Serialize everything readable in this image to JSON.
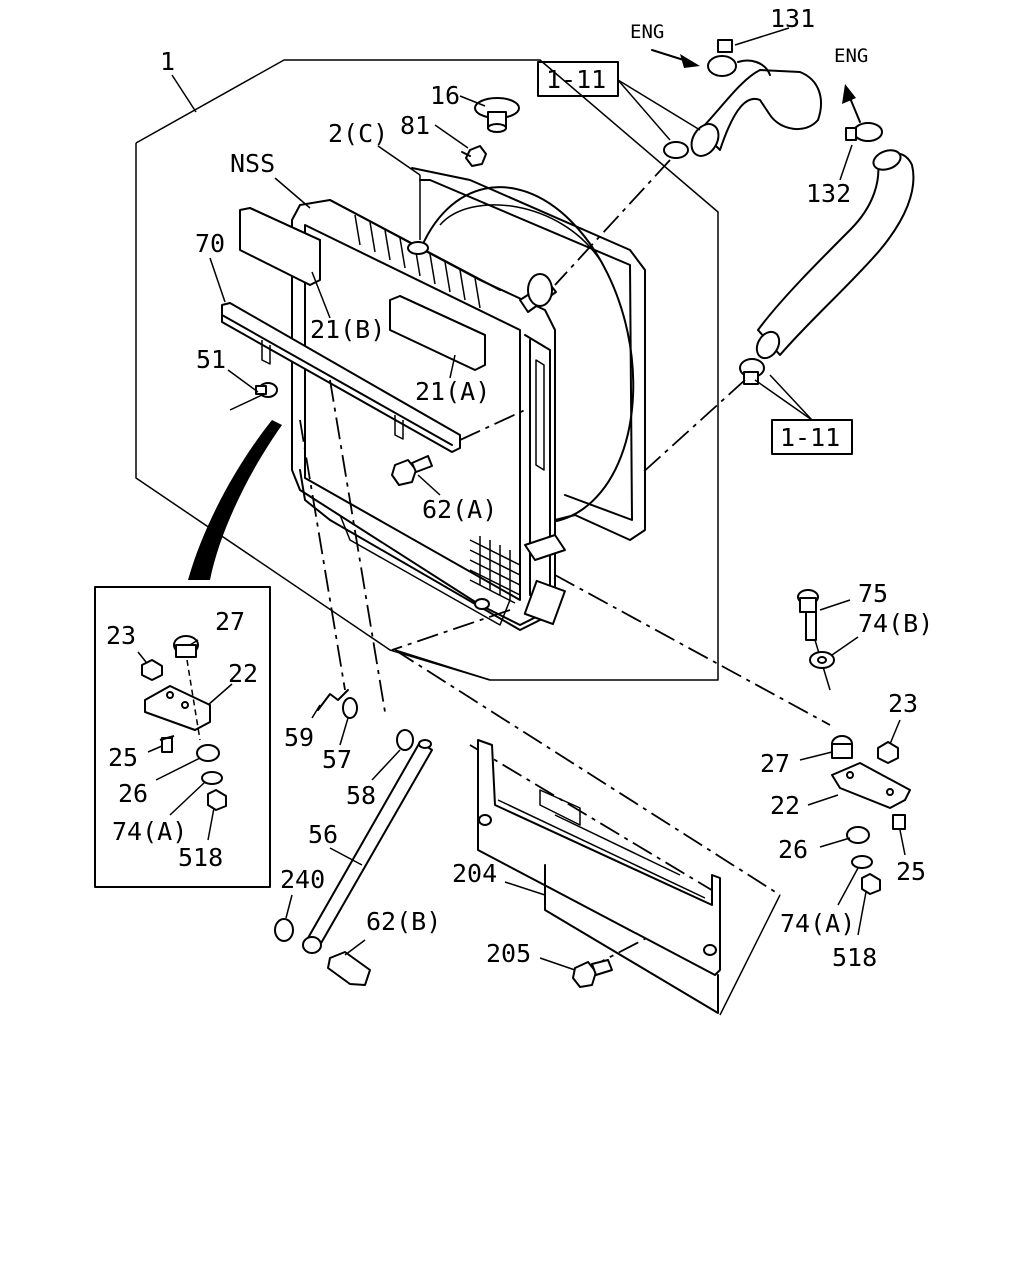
{
  "diagram": {
    "callouts": {
      "p1": "1",
      "p2c": "2(C)",
      "p16": "16",
      "p81": "81",
      "nss": "NSS",
      "p70": "70",
      "p21b": "21(B)",
      "p21a": "21(A)",
      "p51": "51",
      "p62a": "62(A)",
      "ref111_top": "1-11",
      "ref111_right": "1-11",
      "eng_top": "ENG",
      "eng_right": "ENG",
      "p131": "131",
      "p132": "132",
      "p23_left": "23",
      "p27_left": "27",
      "p22_left": "22",
      "p25_left": "25",
      "p26_left": "26",
      "p74a_left": "74(A)",
      "p518_left": "518",
      "p75": "75",
      "p74b": "74(B)",
      "p23_right": "23",
      "p27_right": "27",
      "p22_right": "22",
      "p26_right": "26",
      "p25_right": "25",
      "p74a_right": "74(A)",
      "p518_right": "518",
      "p59": "59",
      "p57": "57",
      "p58": "58",
      "p56": "56",
      "p240": "240",
      "p62b": "62(B)",
      "p204": "204",
      "p205": "205"
    }
  }
}
